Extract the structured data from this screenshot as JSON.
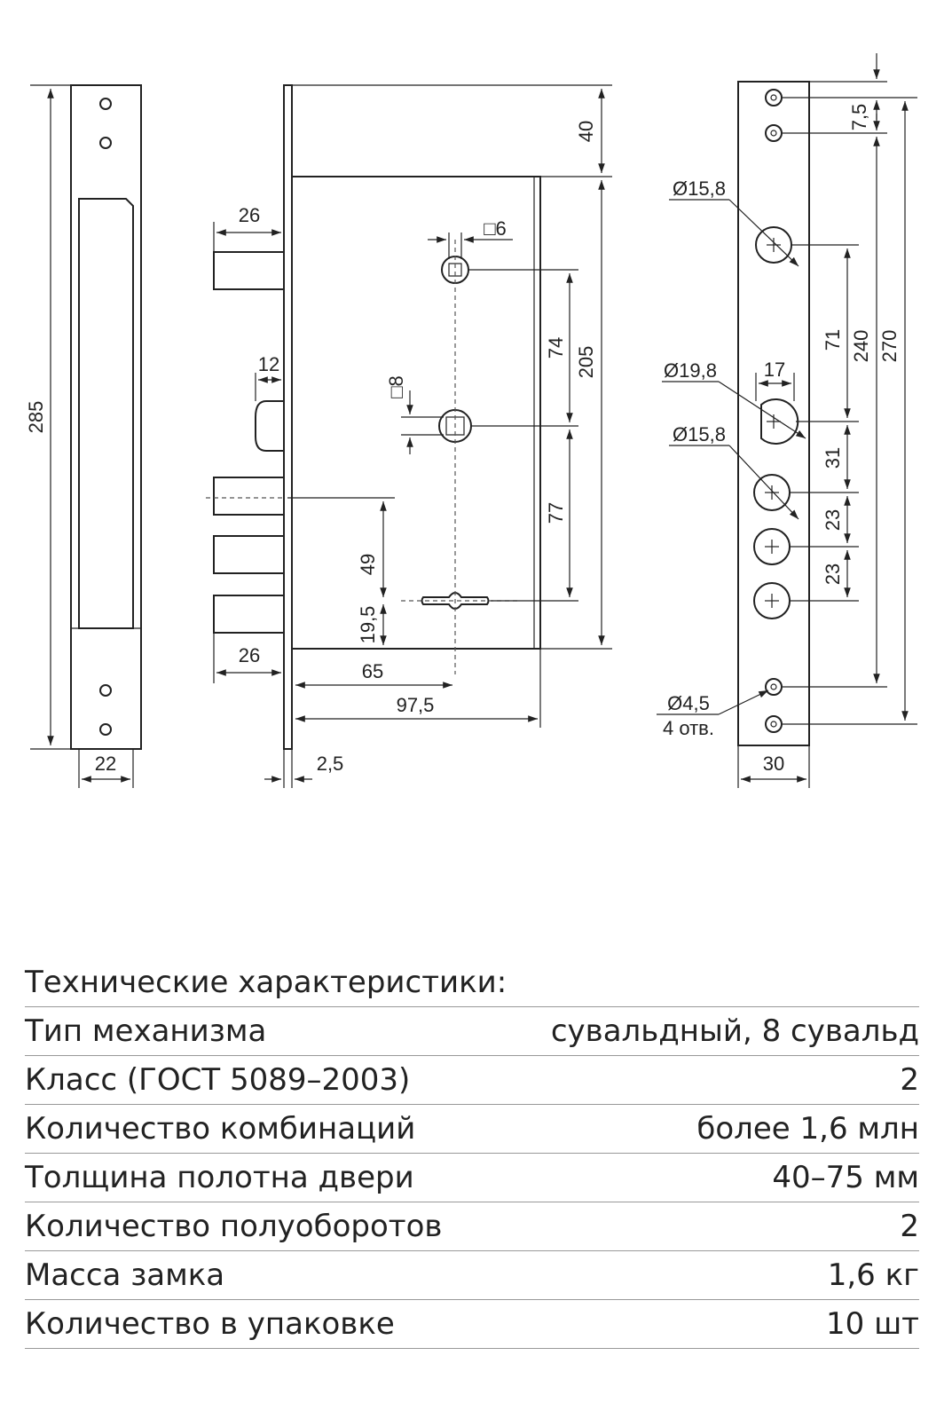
{
  "drawing": {
    "front_plate": {
      "height": "285",
      "width": "22"
    },
    "side_view": {
      "top_offset": "40",
      "bolt_top_length": "26",
      "latch_length": "12",
      "square_top": "6",
      "square_mid": "8",
      "spindle_distance": "74",
      "body_height": "205",
      "lower_distance": "77",
      "bolt_pitch": "49",
      "key_offset": "19,5",
      "bolt_bottom_length": "26",
      "backset": "65",
      "body_depth": "97,5",
      "plate_thickness": "2,5"
    },
    "face_plate": {
      "hole_top_pitch": "7,5",
      "hole_dia_1": "Ø15,8",
      "hole_dia_2": "Ø19,8",
      "hole_dia_3": "Ø15,8",
      "latch_width": "17",
      "dim_71": "71",
      "dim_31": "31",
      "dim_23a": "23",
      "dim_23b": "23",
      "dim_240": "240",
      "dim_270": "270",
      "screw_dia": "Ø4,5",
      "screw_count": "4 отв.",
      "width": "30"
    }
  },
  "specs": {
    "title": "Технические характеристики:",
    "rows": [
      {
        "label": "Тип механизма",
        "value": "сувальдный, 8 сувальд"
      },
      {
        "label": "Класс (ГОСТ 5089–2003)",
        "value": "2"
      },
      {
        "label": "Количество комбинаций",
        "value": "более 1,6 млн"
      },
      {
        "label": "Толщина полотна двери",
        "value": "40–75 мм"
      },
      {
        "label": "Количество полуоборотов",
        "value": "2"
      },
      {
        "label": "Масса замка",
        "value": "1,6 кг"
      },
      {
        "label": "Количество в упаковке",
        "value": "10 шт"
      }
    ]
  }
}
